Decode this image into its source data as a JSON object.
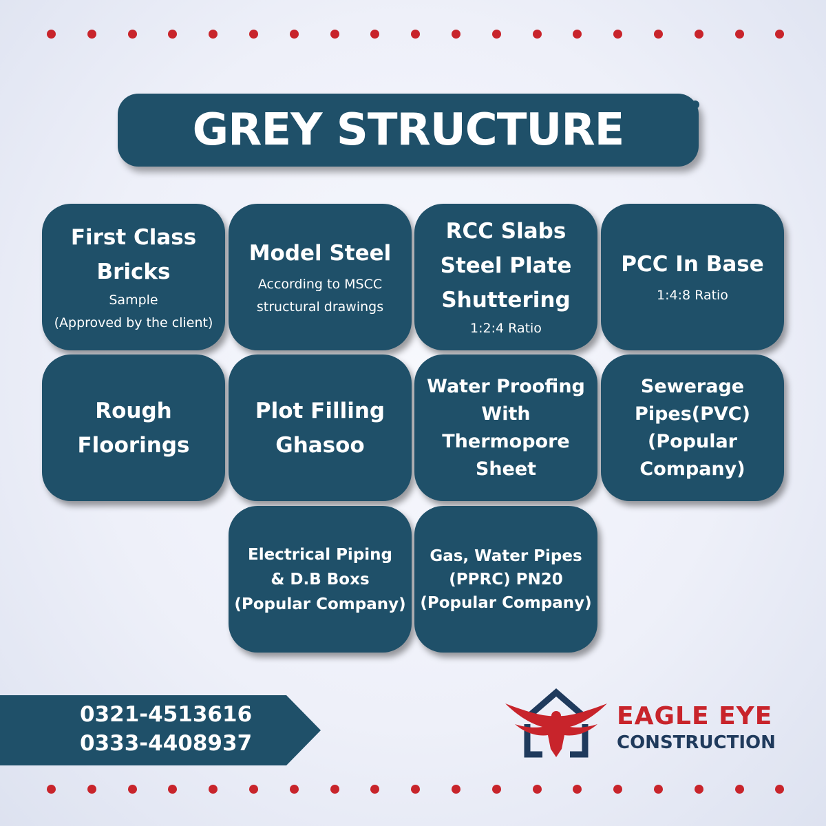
{
  "header": {
    "title": "GREY STRUCTURE"
  },
  "tiles": [
    {
      "title": "First Class\nBricks",
      "subtitle": "Sample\n(Approved by the client)"
    },
    {
      "title": "Model Steel",
      "subtitle": "According to MSCC\nstructural drawings"
    },
    {
      "title": "RCC Slabs\nSteel Plate\nShuttering",
      "subtitle": "1:2:4 Ratio"
    },
    {
      "title": "PCC In Base",
      "subtitle": "1:4:8 Ratio"
    },
    {
      "title": "Rough\nFloorings",
      "subtitle": ""
    },
    {
      "title": "Plot Filling\nGhasoo",
      "subtitle": ""
    },
    {
      "title": "Water Proofing\nWith\nThermopore\nSheet",
      "subtitle": ""
    },
    {
      "title": "Sewerage\nPipes(PVC)\n(Popular\nCompany)",
      "subtitle": ""
    },
    {
      "title": "Electrical Piping\n& D.B Boxs\n(Popular Company)",
      "subtitle": ""
    },
    {
      "title": "Gas, Water Pipes\n(PPRC) PN20\n(Popular Company)",
      "subtitle": ""
    }
  ],
  "contact": {
    "phone_1": "0321-4513616",
    "phone_2": "0333-4408937"
  },
  "brand": {
    "name": "EAGLE EYE",
    "tagline": "CONSTRUCTION"
  },
  "colors": {
    "tile": "#1f5069",
    "accent": "#c8242b",
    "background": "#eef0f9"
  },
  "icons": {
    "logo": "eagle-house-logo-icon"
  }
}
